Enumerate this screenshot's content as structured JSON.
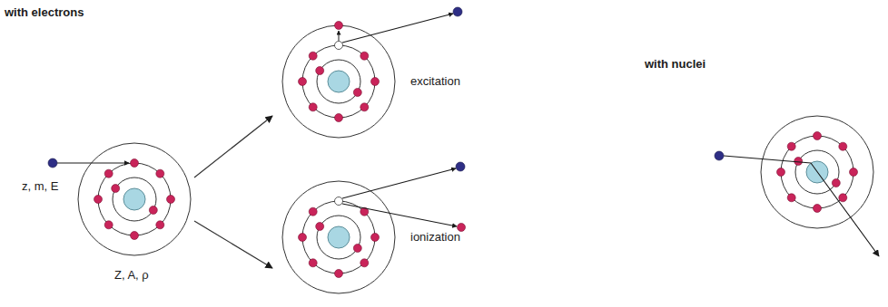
{
  "diagram": {
    "labels": [
      "with electrons",
      "z, m, E",
      "Z, A, ρ",
      "excitation",
      "ionization",
      "with nuclei"
    ]
  }
}
